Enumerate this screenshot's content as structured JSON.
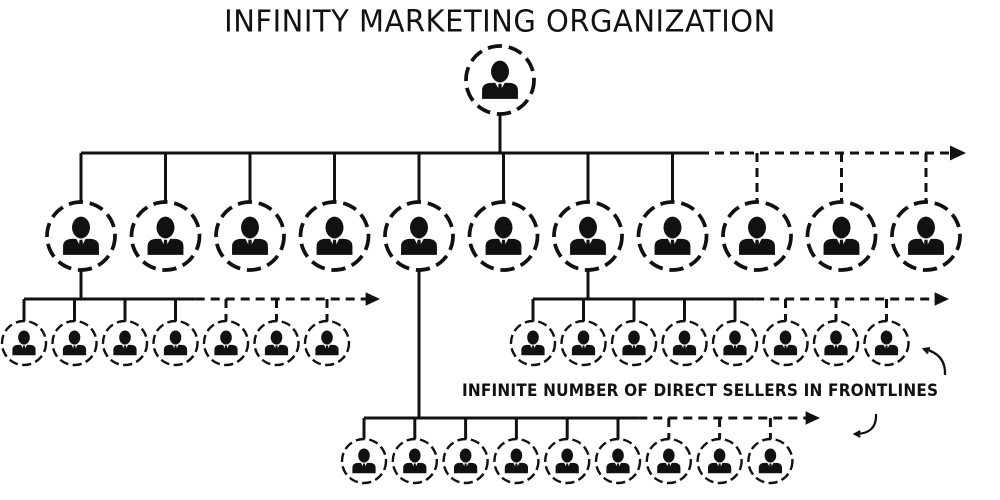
{
  "title": "INFINITY MARKETING ORGANIZATION",
  "caption": "INFINITE NUMBER OF DIRECT SELLERS IN FRONTLINES",
  "colors": {
    "ink": "#111111",
    "background": "#ffffff"
  },
  "icons": {
    "person": "person-icon",
    "arrow": "arrow-right-icon",
    "curved_arrow": "curved-arrow-icon"
  },
  "structure": {
    "top": {
      "count": 1
    },
    "level1": {
      "solid_count": 8,
      "dashed_count": 3
    },
    "level2_left": {
      "solid_count": 4,
      "dashed_count": 3,
      "parent_index": 0
    },
    "level2_right": {
      "solid_count": 5,
      "dashed_count": 3,
      "parent_index": 6
    },
    "level2_bottom": {
      "solid_count": 6,
      "dashed_count": 3,
      "parent_index": 4
    }
  }
}
